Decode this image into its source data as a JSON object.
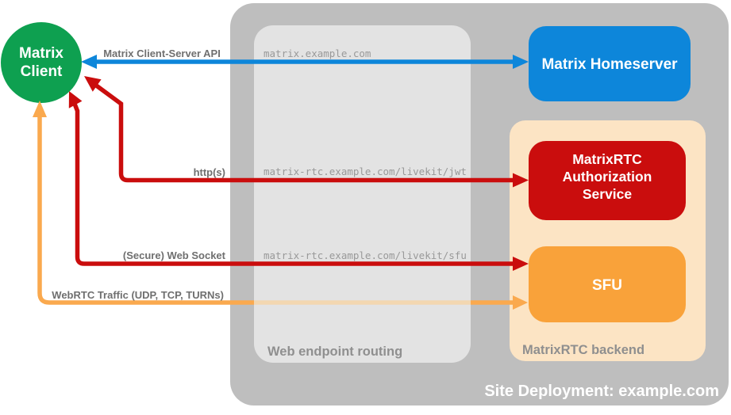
{
  "diagram": {
    "client": {
      "lines": [
        "Matrix",
        "Client"
      ]
    },
    "homeserver": {
      "label": "Matrix Homeserver"
    },
    "auth_service": {
      "lines": [
        "MatrixRTC",
        "Authorization",
        "Service"
      ]
    },
    "sfu": {
      "label": "SFU"
    },
    "groups": {
      "site": "Site Deployment: example.com",
      "routing": "Web endpoint routing",
      "backend": "MatrixRTC backend"
    },
    "endpoints": {
      "homeserver": "matrix.example.com",
      "jwt": "matrix-rtc.example.com/livekit/jwt",
      "sfu": "matrix-rtc.example.com/livekit/sfu"
    },
    "connections": {
      "api": "Matrix Client-Server API",
      "https": "http(s)",
      "websocket": "(Secure) Web Socket",
      "webrtc": "WebRTC Traffic (UDP, TCP, TURNs)"
    },
    "colors": {
      "client_green": "#0ea050",
      "homeserver_blue": "#0d86da",
      "auth_red": "#ca0d0d",
      "sfu_orange": "#f9a23a",
      "webrtc_orange": "#faa94e",
      "webrtc_orange_faded": "#f3d7b1",
      "backend_peach": "#fce4c4",
      "site_gray": "#bebebe",
      "routing_gray": "#e3e3e3"
    }
  }
}
